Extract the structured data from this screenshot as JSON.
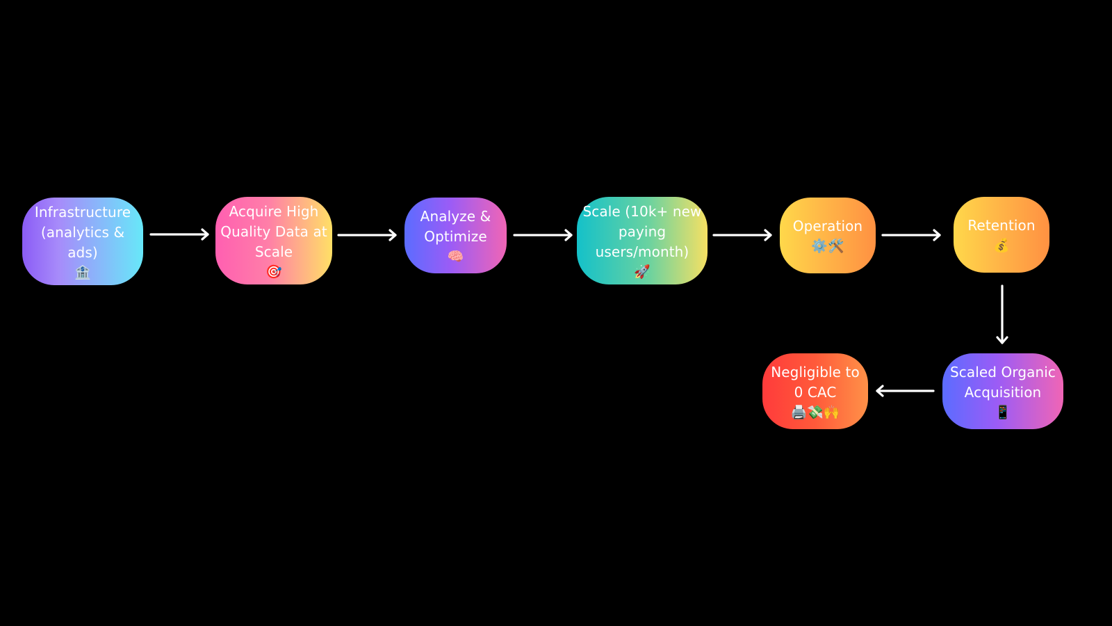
{
  "nodes": [
    {
      "id": "infrastructure",
      "label": "Infrastructure\n(analytics & ads)",
      "emoji": "🏦"
    },
    {
      "id": "acquire",
      "label": "Acquire High\nQuality Data at\nScale",
      "emoji": "🎯"
    },
    {
      "id": "analyze",
      "label": "Analyze &\nOptimize",
      "emoji": "🧠"
    },
    {
      "id": "scale",
      "label": "Scale (10k+ new\npaying\nusers/month)",
      "emoji": "🚀"
    },
    {
      "id": "operation",
      "label": "Operation",
      "emoji": "⚙️🛠️"
    },
    {
      "id": "retention",
      "label": "Retention",
      "emoji": "💰"
    },
    {
      "id": "organic",
      "label": "Scaled Organic\nAcquisition",
      "emoji": "📱"
    },
    {
      "id": "cac",
      "label": "Negligible to\n0 CAC",
      "emoji": "🖨️💸🙌"
    }
  ],
  "colors": {
    "background": "#000000",
    "arrow": "#ffffff"
  }
}
